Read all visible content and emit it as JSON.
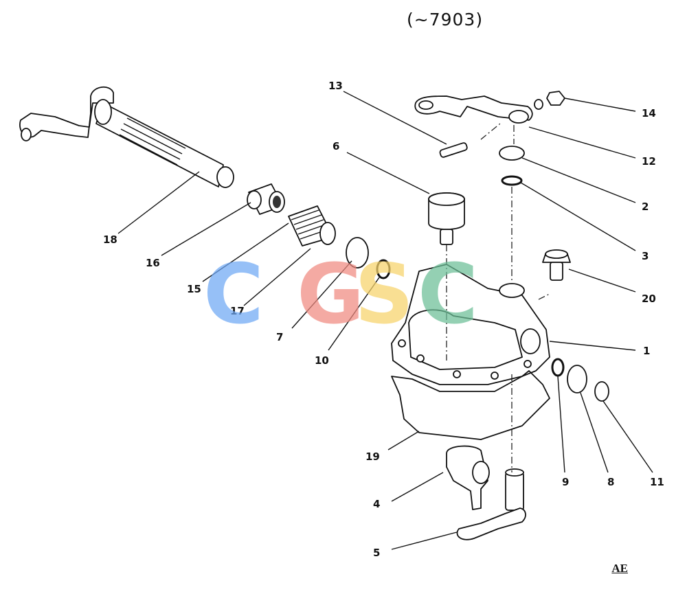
{
  "header": {
    "serial_range": "(~7903)"
  },
  "footer": {
    "mark": "AE"
  },
  "watermark": {
    "letters": [
      "C",
      "G",
      "S",
      "C"
    ],
    "colors": [
      "#6fa8f5",
      "#f08a80",
      "#f7d36a",
      "#6cbf97"
    ]
  },
  "callouts": [
    "1",
    "2",
    "3",
    "4",
    "5",
    "6",
    "7",
    "8",
    "9",
    "10",
    "11",
    "12",
    "13",
    "14",
    "15",
    "16",
    "17",
    "18",
    "19",
    "20"
  ]
}
